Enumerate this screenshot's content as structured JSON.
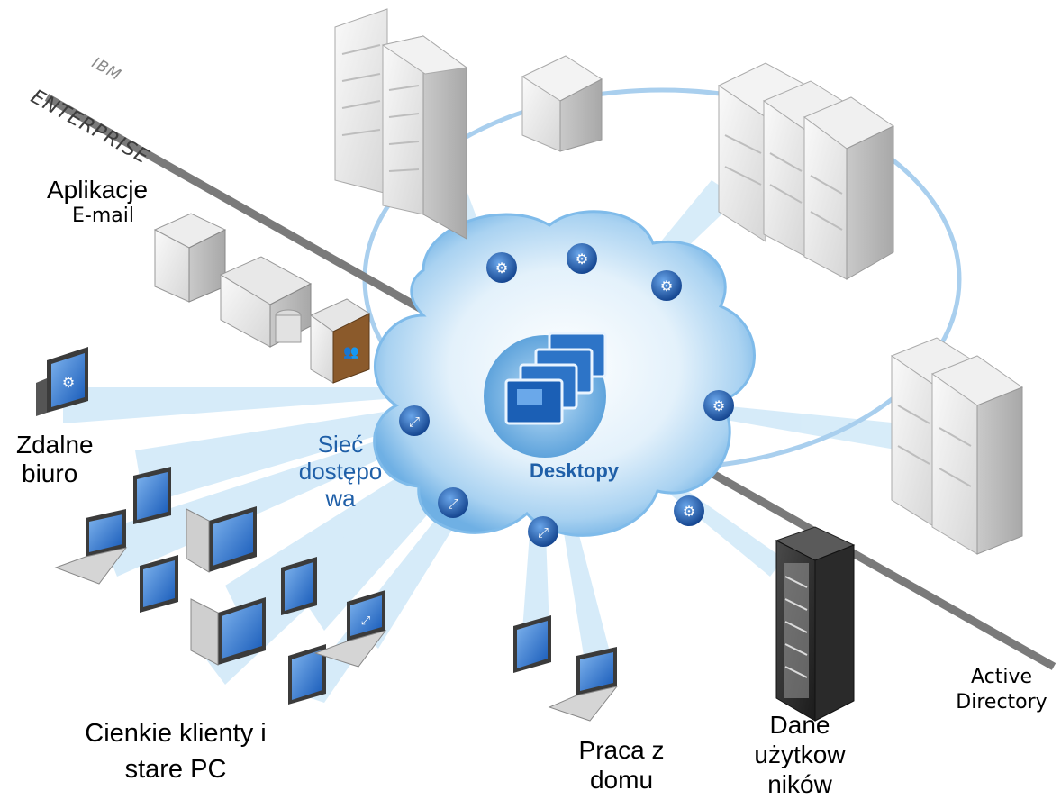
{
  "brand": {
    "top": "IBM",
    "bottom": "ENTERPRISE"
  },
  "center": {
    "label": "Desktopy"
  },
  "labels": {
    "apps": [
      "Aplikacje",
      "E-mail"
    ],
    "remote": [
      "Zdalne",
      "biuro"
    ],
    "network": [
      "Sieć",
      "dostępo",
      "wa"
    ],
    "thin": [
      "Cienkie klienty i",
      "stare PC"
    ],
    "home": [
      "Praca z",
      "domu"
    ],
    "userdata": [
      "Dane",
      "użytkow",
      "ników"
    ],
    "ad": [
      "Active",
      "Directory"
    ]
  },
  "icons": {
    "servers": "server-rack-icon",
    "cloud": "cloud-icon",
    "gear": "gear-icon",
    "expand": "expand-arrows-icon",
    "monitor": "monitor-icon",
    "laptop": "laptop-icon",
    "desktops": "stacked-windows-icon"
  },
  "colors": {
    "accent": "#1f63b0",
    "cloud": "#8fc3ea",
    "ray": "#bfe0f6",
    "line": "#707070"
  }
}
